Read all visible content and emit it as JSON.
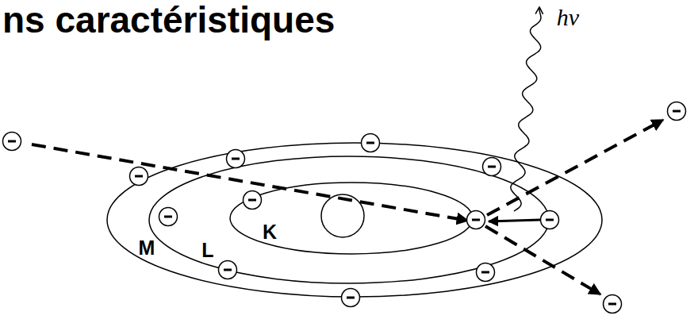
{
  "diagram": {
    "title": "ns caractéristiques",
    "labels": [
      "hν",
      "M",
      "L",
      "K"
    ]
  }
}
